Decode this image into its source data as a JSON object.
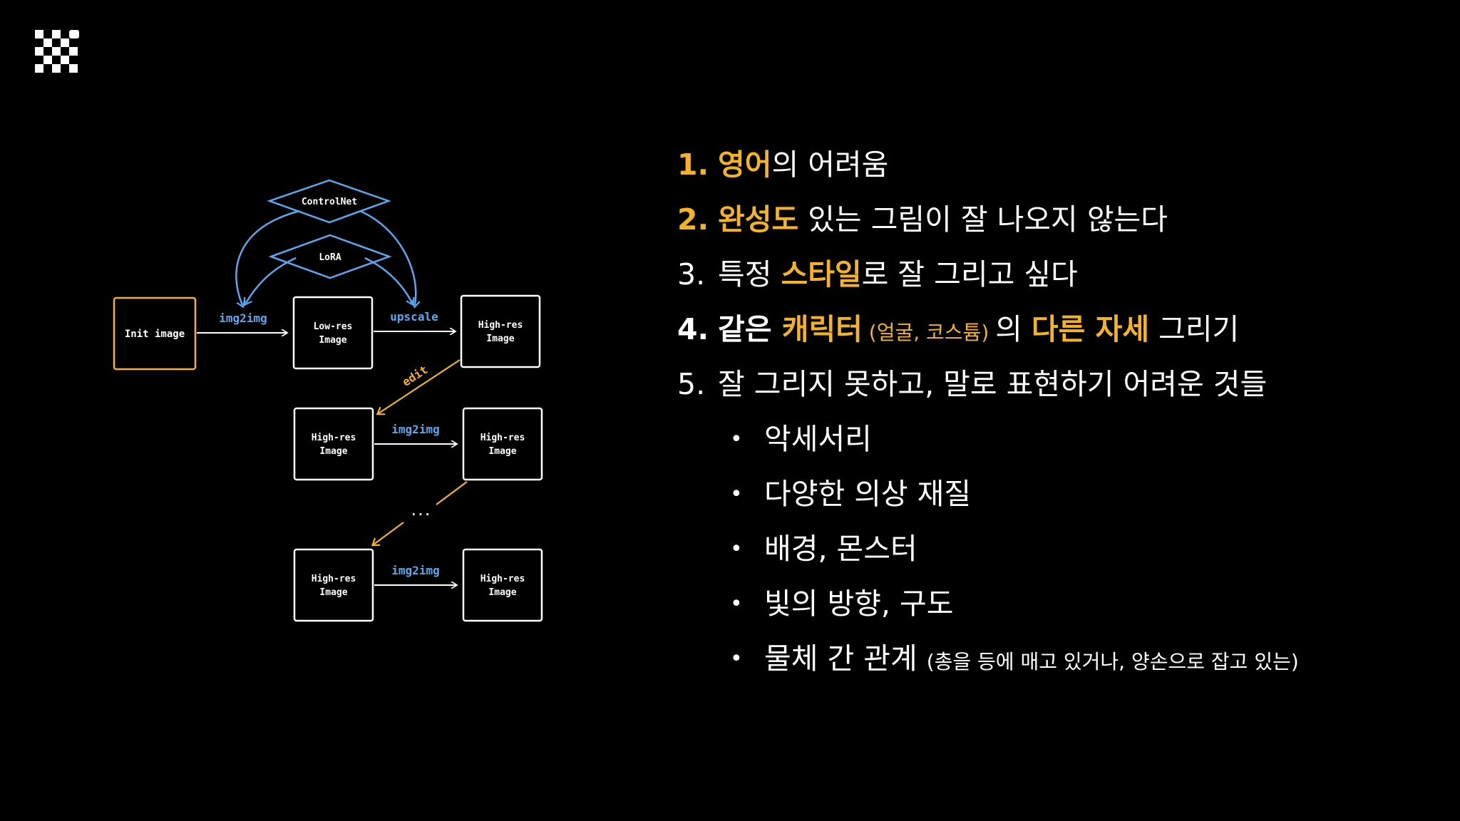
{
  "colors": {
    "accent": "#f5b324",
    "blue": "#5aa9f0",
    "orange": "#f5b324",
    "background": "#000000",
    "text": "#ffffff"
  },
  "logo": {
    "icon": "checker-logo-icon"
  },
  "diagram": {
    "nodes": {
      "controlnet": "ControlNet",
      "lora": "LoRA",
      "init": "Init image",
      "lowres_1": "Low-res",
      "lowres_2": "Image",
      "highres_1": "High-res",
      "highres_2": "Image"
    },
    "edges": {
      "img2img": "img2img",
      "upscale": "upscale",
      "edit": "edit",
      "ellipsis": "..."
    }
  },
  "list": {
    "item1": {
      "num": "1.",
      "hl": "영어",
      "rest": "의 어려움"
    },
    "item2": {
      "num": "2.",
      "hl": "완성도",
      "rest": " 있는 그림이 잘 나오지 않는다"
    },
    "item3": {
      "num": "3.",
      "pre": "특정 ",
      "hl": "스타일",
      "rest": "로 잘 그리고 싶다"
    },
    "item4": {
      "num": "4.",
      "pre": "같은 ",
      "hl1": "캐릭터",
      "small": " (얼굴, 코스튬) ",
      "mid": "의 ",
      "hl2": "다른 자세",
      "rest": " 그리기"
    },
    "item5": {
      "num": "5.",
      "text": "잘 그리지 못하고, 말로 표현하기 어려운 것들"
    },
    "bullets": [
      {
        "text": "악세서리"
      },
      {
        "text": "다양한 의상 재질"
      },
      {
        "text": "배경, 몬스터"
      },
      {
        "text": "빛의 방향, 구도"
      },
      {
        "text": "물체 간 관계 ",
        "small": "(총을 등에 매고 있거나, 양손으로 잡고 있는)"
      }
    ],
    "bullet_char": "•"
  }
}
